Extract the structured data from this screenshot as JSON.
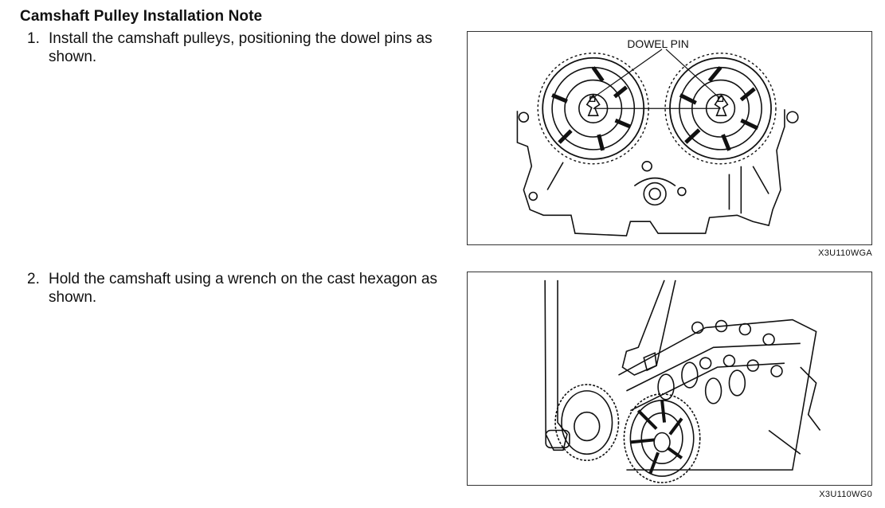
{
  "document": {
    "title": "Camshaft Pulley Installation Note",
    "steps": [
      {
        "number": "1.",
        "text": "Install the camshaft pulleys, positioning the dowel pins as shown."
      },
      {
        "number": "2.",
        "text": "Hold the camshaft using a wrench on the cast hexagon as shown."
      }
    ],
    "figures": [
      {
        "label": "DOWEL PIN",
        "code": "X3U110WGA"
      },
      {
        "code": "X3U110WG0"
      }
    ]
  }
}
